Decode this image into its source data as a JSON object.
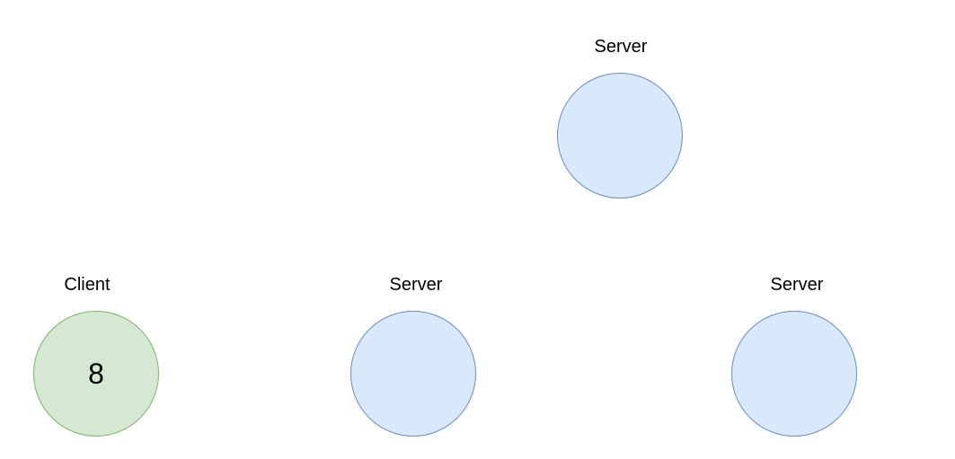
{
  "colors": {
    "server_fill": "#dae8fc",
    "server_stroke": "#6c8ebf",
    "client_fill": "#d5e8d4",
    "client_stroke": "#82b366"
  },
  "nodes": {
    "server_top": {
      "label": "Server",
      "value": ""
    },
    "client": {
      "label": "Client",
      "value": "8"
    },
    "server_middle": {
      "label": "Server",
      "value": ""
    },
    "server_right": {
      "label": "Server",
      "value": ""
    }
  }
}
